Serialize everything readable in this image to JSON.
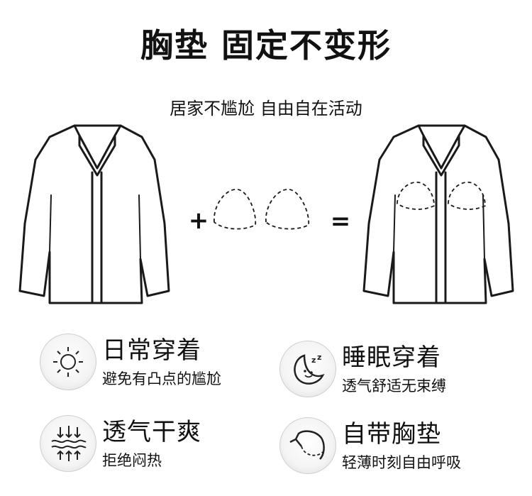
{
  "header": {
    "title": "胸垫 固定不变形",
    "subtitle": "居家不尴尬 自由自在活动"
  },
  "equation": {
    "plus": "+",
    "equals": "="
  },
  "features": [
    {
      "icon": "sun-icon",
      "title": "日常穿着",
      "subtitle": "避免有凸点的尴尬"
    },
    {
      "icon": "moon-sleep-icon",
      "title": "睡眠穿着",
      "subtitle": "透气舒适无束缚"
    },
    {
      "icon": "airflow-icon",
      "title": "透气干爽",
      "subtitle": "拒绝闷热"
    },
    {
      "icon": "chest-pad-icon",
      "title": "自带胸垫",
      "subtitle": "轻薄时刻自由呼吸"
    }
  ]
}
